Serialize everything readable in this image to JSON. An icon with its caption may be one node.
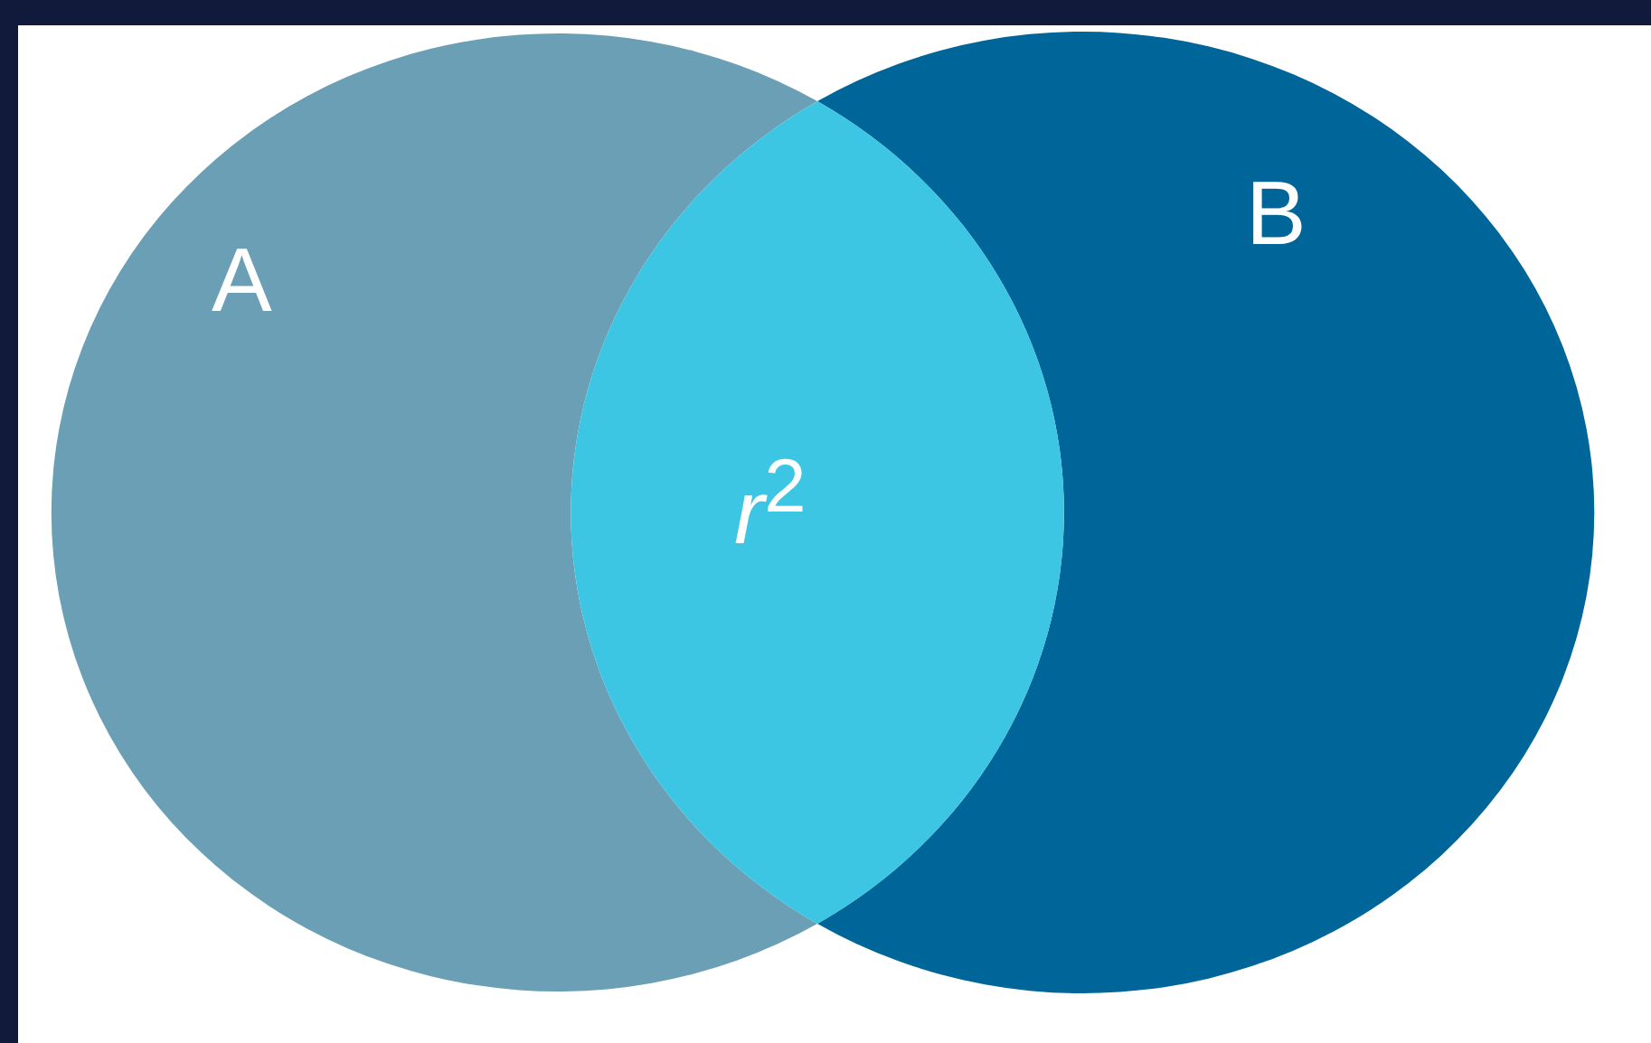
{
  "diagram": {
    "nodes": [
      {
        "text": [
          "A"
        ]
      },
      {
        "text": [
          "B"
        ]
      },
      {
        "text": [
          "*r*$^{2}$"
        ]
      }
    ],
    "edges": []
  }
}
